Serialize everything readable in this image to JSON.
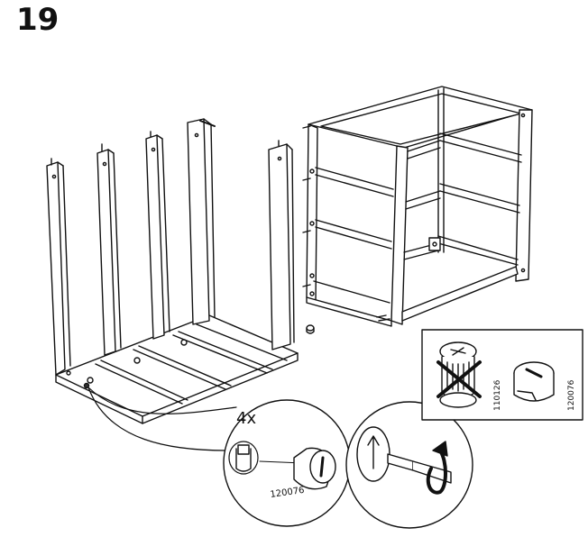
{
  "step": {
    "number": "19"
  },
  "detail": {
    "quantity": "4x",
    "part_zoom": "120076",
    "part_wrong": "110126",
    "part_right": "120076"
  },
  "icons": [
    "cam-lock-icon",
    "screwdriver-icon",
    "rotate-clockwise-icon",
    "not-allowed-cross-icon"
  ]
}
